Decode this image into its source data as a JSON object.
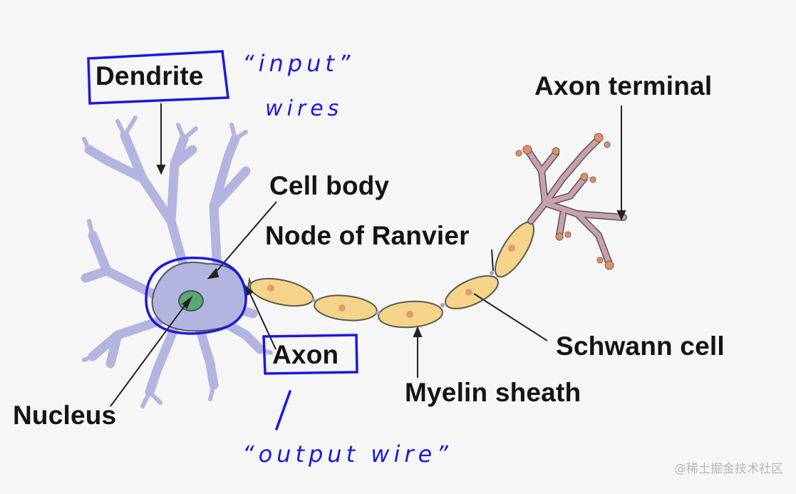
{
  "diagram": {
    "title": "Neuron anatomy",
    "colors": {
      "background": "#f6f6f6",
      "dendrite_fill": "#b4b4e0",
      "outline": "#555566",
      "nucleus_fill": "#5da57a",
      "myelin_fill": "#f3d48a",
      "schwann_nucleus": "#e09070",
      "terminal_fill": "#c9a0b0",
      "terminal_tip": "#e48f62",
      "annotation_ink": "#1a1adf",
      "label_text": "#141414"
    },
    "labels": {
      "dendrite": "Dendrite",
      "axon_terminal": "Axon terminal",
      "cell_body": "Cell body",
      "node_of_ranvier": "Node of Ranvier",
      "schwann_cell": "Schwann cell",
      "myelin_sheath": "Myelin sheath",
      "axon": "Axon",
      "nucleus": "Nucleus"
    },
    "annotations": {
      "input_line1": "“input”",
      "input_line2": "wires",
      "output": "“output wire”"
    },
    "watermark": "@稀土掘金技术社区"
  }
}
